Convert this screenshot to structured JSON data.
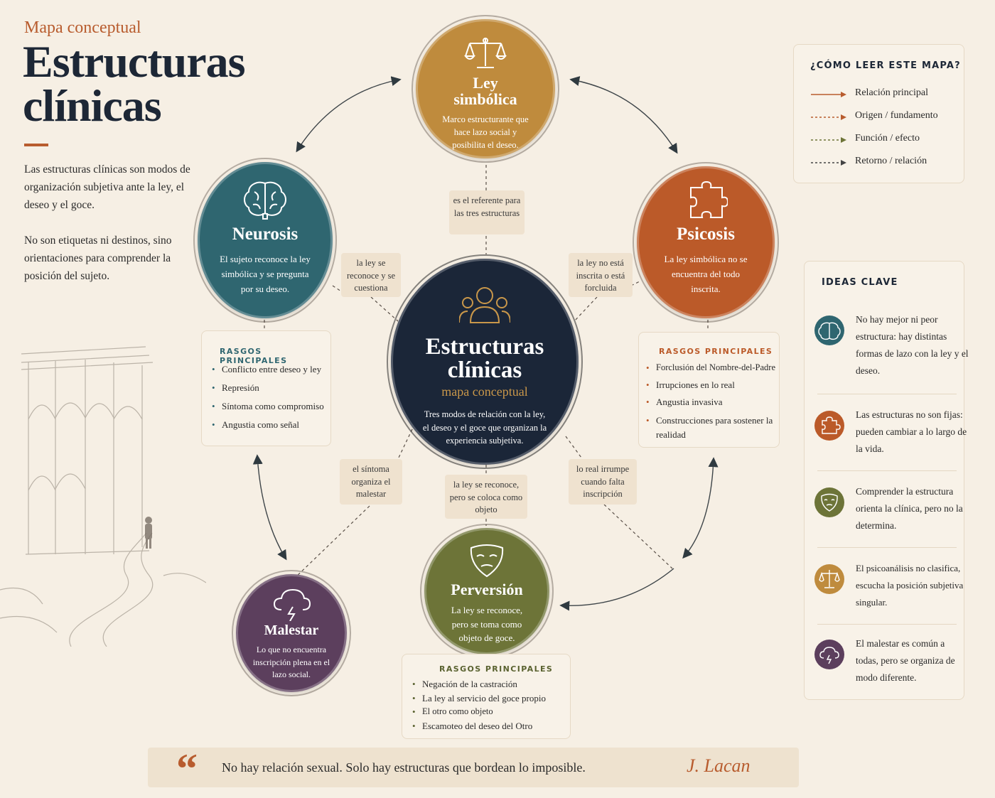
{
  "header": {
    "kicker": "Mapa conceptual",
    "title_line1": "Estructuras",
    "title_line2": "clínicas",
    "intro_p1": "Las estructuras clínicas son modos de organización subjetiva ante la ley, el deseo y el goce.",
    "intro_p2": "No son etiquetas ni destinos, sino orientaciones para comprender la posición del sujeto."
  },
  "nodes": {
    "ley": {
      "title_l1": "Ley",
      "title_l2": "simbólica",
      "desc": "Marco estructurante que hace lazo social y posibilita el deseo.",
      "icon": "scales-icon",
      "color": "#bf8b3d"
    },
    "neurosis": {
      "title": "Neurosis",
      "desc": "El sujeto reconoce la ley simbólica y se pregunta por su deseo.",
      "icon": "brain-icon",
      "color": "#2f6670"
    },
    "psicosis": {
      "title": "Psicosis",
      "desc": "La ley simbólica no se encuentra del todo inscrita.",
      "icon": "puzzle-icon",
      "color": "#bb5a29"
    },
    "center": {
      "title_l1": "Estructuras",
      "title_l2": "clínicas",
      "subtitle": "mapa conceptual",
      "desc": "Tres modos de relación con la ley, el deseo y el goce que organizan la experiencia subjetiva.",
      "icon": "people-icon",
      "color": "#1b2638"
    },
    "perversion": {
      "title": "Perversión",
      "desc": "La ley se reconoce, pero se toma como objeto de goce.",
      "icon": "mask-icon",
      "color": "#6d7438"
    },
    "malestar": {
      "title": "Malestar",
      "desc": "Lo que no encuentra inscripción plena en el lazo social.",
      "icon": "storm-cloud-icon",
      "color": "#5c3f5d"
    }
  },
  "links": {
    "ley_center": "es el referente para las tres estructuras",
    "neu_center": "la ley se reconoce y se cuestiona",
    "psi_center": "la ley no está inscrita o está forcluida",
    "mal_center": "el síntoma organiza el malestar",
    "per_center": "la ley se reconoce, pero se coloca como objeto",
    "psi_per": "lo real irrumpe cuando falta inscripción"
  },
  "traits": {
    "heading": "RASGOS PRINCIPALES",
    "neurosis": [
      "Conflicto entre deseo y ley",
      "Represión",
      "Síntoma como compromiso",
      "Angustia como señal"
    ],
    "psicosis": [
      "Forclusión del Nombre-del-Padre",
      "Irrupciones en lo real",
      "Angustia invasiva",
      "Construcciones para sostener la realidad"
    ],
    "perversion": [
      "Negación de la castración",
      "La ley al servicio del goce propio",
      "El otro como objeto",
      "Escamoteo del deseo del Otro"
    ]
  },
  "legend": {
    "title": "¿CÓMO LEER ESTE MAPA?",
    "items": [
      {
        "label": "Relación principal",
        "color": "#b85c2e"
      },
      {
        "label": "Origen / fundamento",
        "color": "#b85c2e"
      },
      {
        "label": "Función / efecto",
        "color": "#6d7438"
      },
      {
        "label": "Retorno / relación",
        "color": "#444444"
      }
    ]
  },
  "ideas": {
    "title": "IDEAS CLAVE",
    "items": [
      {
        "text": "No hay mejor ni peor estructura: hay distintas formas de lazo con la ley y el deseo.",
        "icon": "brain-icon",
        "color": "#2f6670"
      },
      {
        "text": "Las estructuras no son fijas: pueden cambiar a lo largo de la vida.",
        "icon": "puzzle-icon",
        "color": "#bb5a29"
      },
      {
        "text": "Comprender la estructura orienta la clínica, pero no la determina.",
        "icon": "mask-icon",
        "color": "#6d7438"
      },
      {
        "text": "El psicoanálisis no clasifica, escucha la posición subjetiva singular.",
        "icon": "scales-icon",
        "color": "#bf8b3d"
      },
      {
        "text": "El malestar es común a todas, pero se organiza de modo diferente.",
        "icon": "storm-cloud-icon",
        "color": "#5c3f5d"
      }
    ]
  },
  "quote": {
    "text": "No hay relación sexual. Solo hay estructuras que bordean lo imposible.",
    "author": "J. Lacan"
  }
}
